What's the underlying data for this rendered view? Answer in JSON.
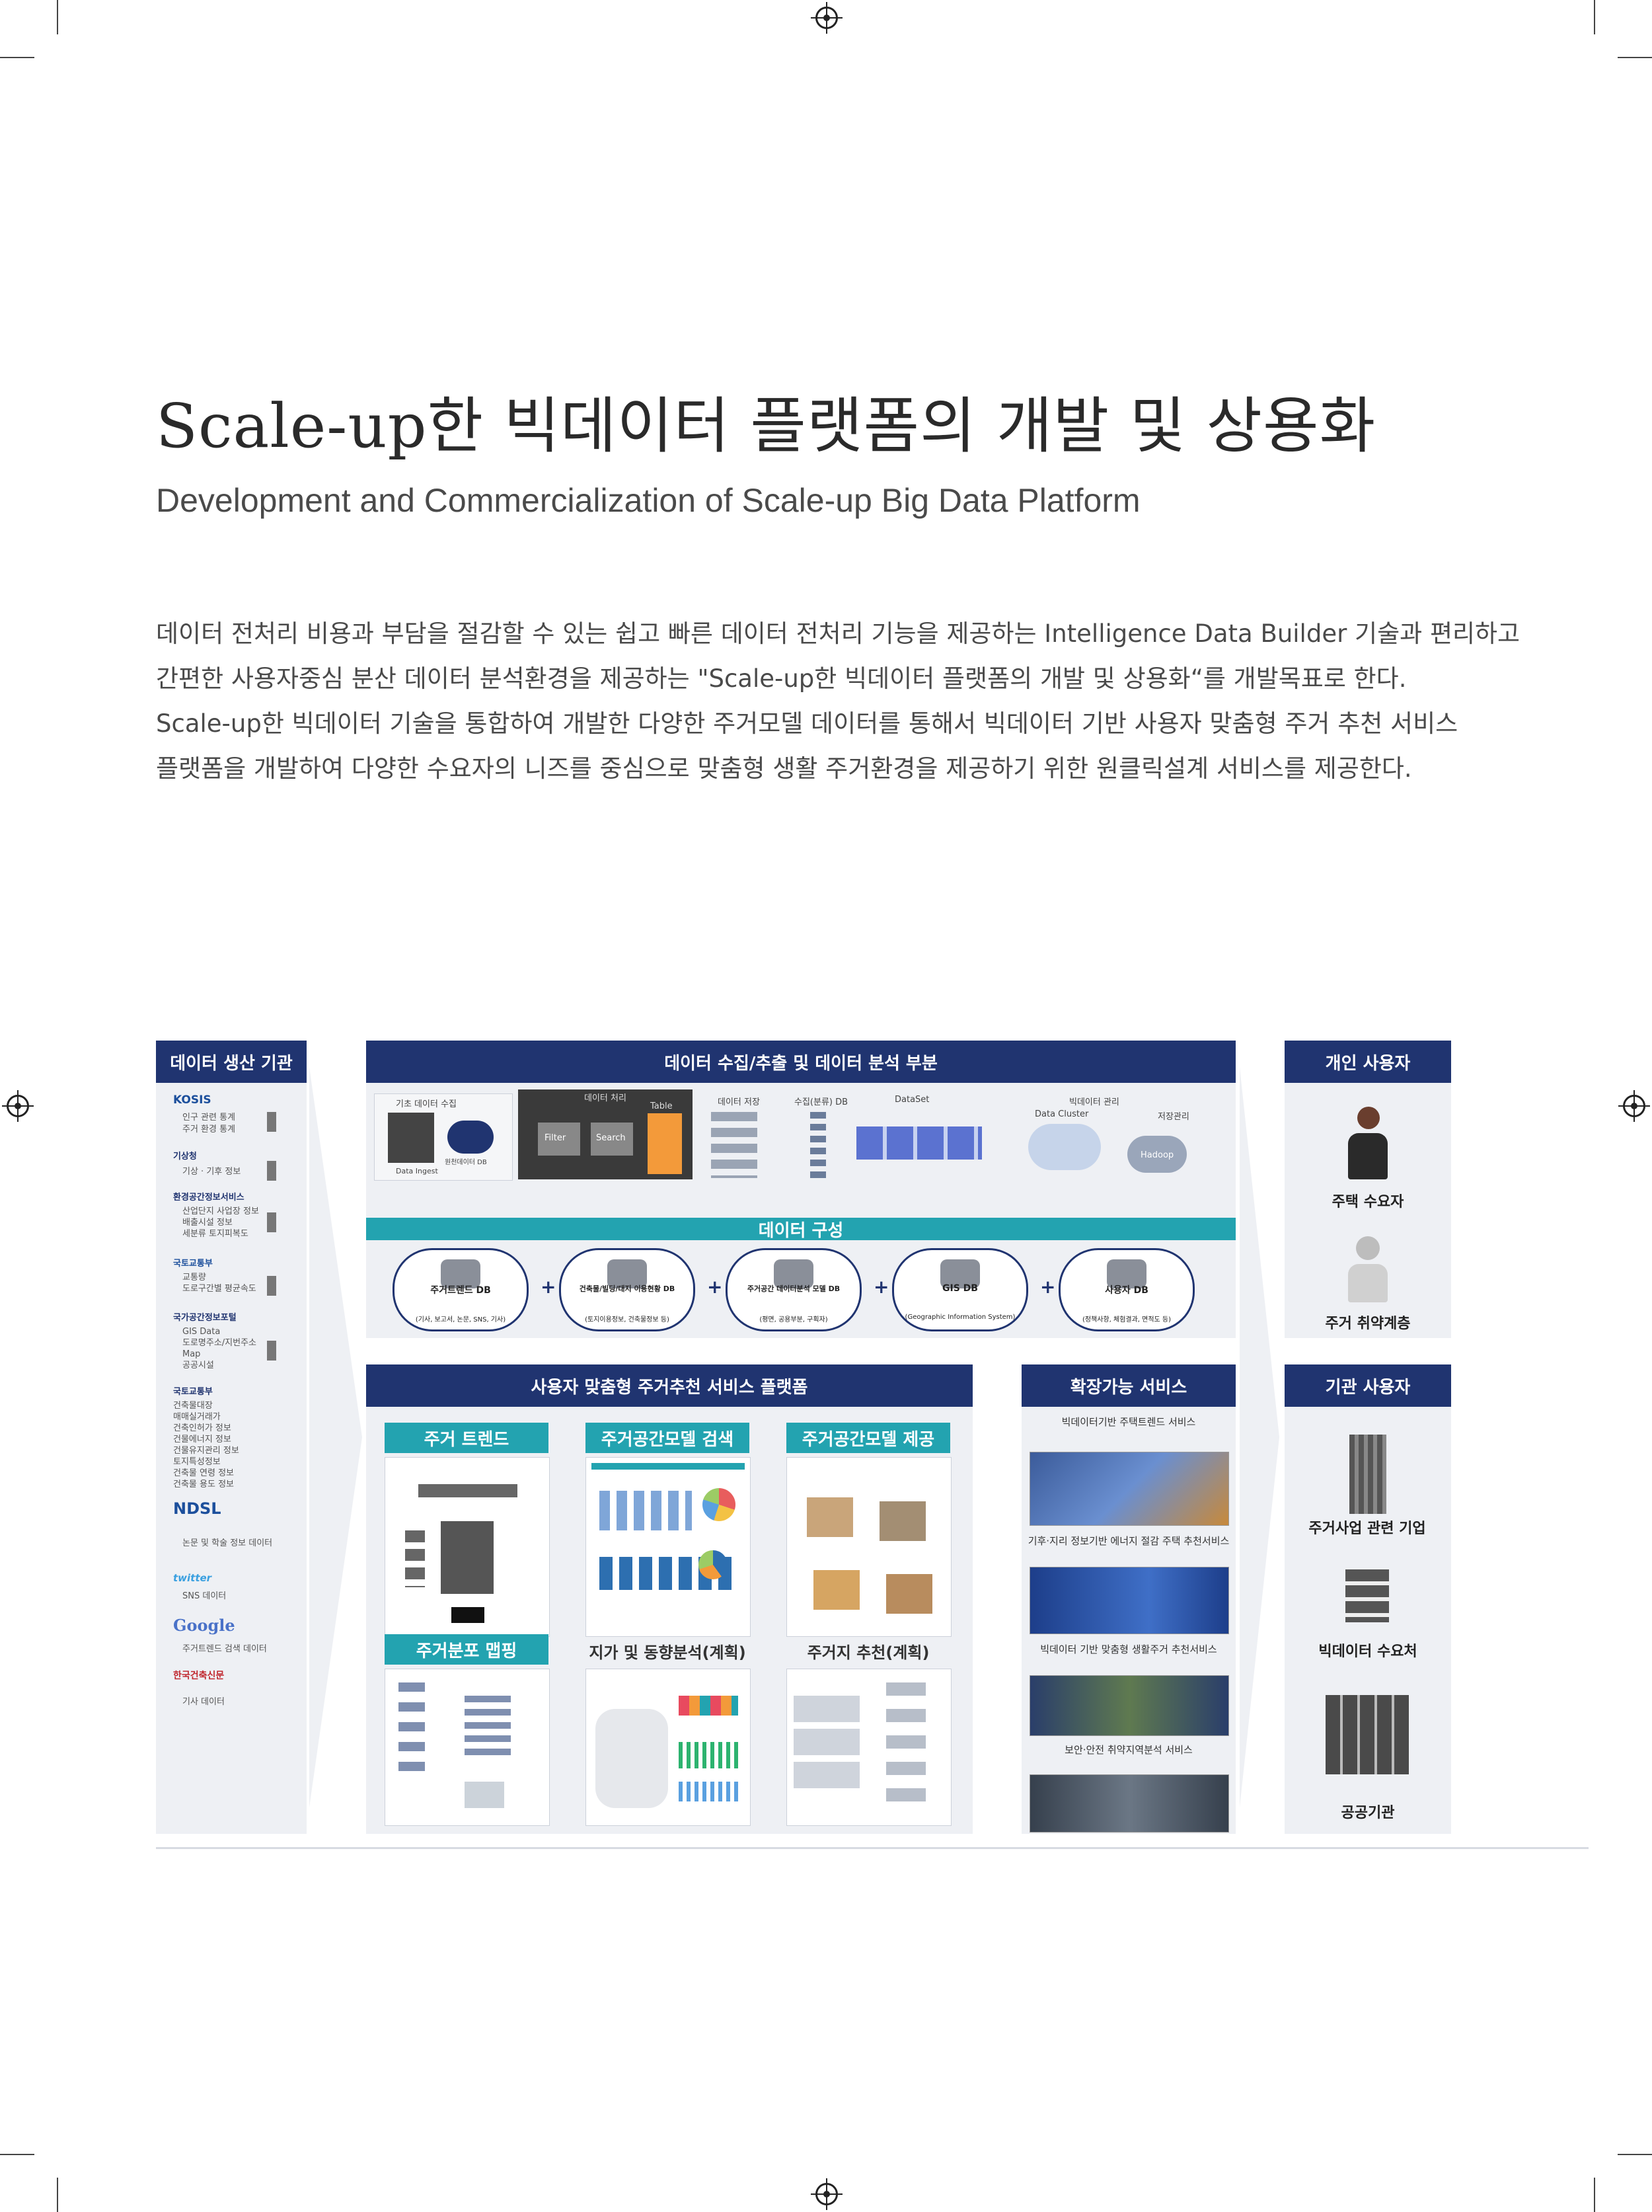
{
  "title_ko": "Scale-up한 빅데이터 플랫폼의 개발 및 상용화",
  "title_en": "Development and Commercialization of Scale-up Big Data Platform",
  "body_lines": [
    "데이터 전처리 비용과 부담을 절감할 수 있는 쉽고 빠른 데이터 전처리 기능을 제공하는 Intelligence Data Builder 기술과 편리하고",
    "간편한 사용자중심 분산 데이터 분석환경을 제공하는 \"Scale-up한 빅데이터 플랫폼의 개발 및 상용화“를 개발목표로 한다.",
    "Scale-up한 빅데이터 기술을 통합하여 개발한 다양한 주거모델 데이터를 통해서 빅데이터 기반 사용자 맞춤형 주거 추천 서비스",
    "플랫폼을 개발하여 다양한 수요자의 니즈를 중심으로 맞춤형 생활 주거환경을 제공하기 위한 원클릭설계 서비스를 제공한다."
  ],
  "diagram": {
    "producers": {
      "header": "데이터 생산 기관",
      "orgs": [
        {
          "name": "KOSIS",
          "items": [
            "인구 관련 통계",
            "주거 환경 통계"
          ]
        },
        {
          "name": "기상청",
          "items": [
            "기상 · 기후 정보"
          ]
        },
        {
          "name": "환경공간정보서비스",
          "items": [
            "산업단지 사업장 정보",
            "배출시설 정보",
            "세분류 토지피복도"
          ]
        },
        {
          "name": "국토교통부",
          "items": [
            "교통량",
            "도로구간별 평균속도"
          ]
        },
        {
          "name": "국가공간정보포털",
          "items": [
            "GIS Data",
            "도로명주소/지번주소",
            "Map",
            "공공시설"
          ]
        },
        {
          "name": "국토교통부",
          "items": [
            "건축물대장",
            "매매실거래가",
            "건축인허가 정보",
            "건물에너지 정보",
            "건물유지관리 정보",
            "토지특성정보",
            "건축물 연령 정보",
            "건축물 용도 정보"
          ]
        },
        {
          "name": "NDSL",
          "items": [
            "논문 및 학술 정보 데이터"
          ]
        },
        {
          "name": "twitter",
          "items": [
            "SNS 데이터"
          ]
        },
        {
          "name": "Google",
          "items": [
            "주거트렌드 검색 데이터"
          ]
        },
        {
          "name": "한국건축신문",
          "items": [
            "기사 데이터"
          ]
        }
      ]
    },
    "collection": {
      "header": "데이터 수집/추출 및 데이터 분석 부분",
      "labels": [
        "기초 데이터 수집",
        "Data Ingest",
        "데이터 처리",
        "Table",
        "데이터 저장",
        "수집(분류) DB",
        "DataSet",
        "빅데이터 관리",
        "Data Cluster",
        "저장관리",
        "Hadoop",
        "원천데이터 DB",
        "Filter",
        "Search"
      ]
    },
    "composition": {
      "header": "데이터 구성",
      "dbs": [
        {
          "label": "주거트렌드 DB",
          "sub": "(기사, 보고서, 논문, SNS, 기사)"
        },
        {
          "label": "건축물/빌딩/대지 이용현황 DB",
          "sub": "(토지이용정보, 건축물정보 등)"
        },
        {
          "label": "주거공간 데이터분석 모델 DB",
          "sub": "(평면, 공용부분, 구획자)"
        },
        {
          "label": "GIS DB",
          "sub": "(Geographic Information System)"
        },
        {
          "label": "사용자 DB",
          "sub": "(정책사항, 체험결과, 면적도 등)"
        }
      ],
      "plus": "+"
    },
    "platform": {
      "header": "사용자 맞춤형 주거추천 서비스 플랫폼",
      "tiles": [
        "주거 트렌드",
        "주거공간모델 검색",
        "주거공간모델 제공",
        "주거분포 맵핑",
        "지가 및 동향분석(계획)",
        "주거지 추천(계획)"
      ]
    },
    "expandable": {
      "header": "확장가능 서비스",
      "services": [
        {
          "caption": "빅데이터기반 주택트렌드 서비스"
        },
        {
          "caption": "기후·지리 정보기반 에너지 절감 주택 추천서비스"
        },
        {
          "caption": "빅데이터 기반 맞춤형 생활주거 추천서비스"
        },
        {
          "caption": "보안·안전 취약지역분석 서비스"
        }
      ]
    },
    "individual": {
      "header": "개인 사용자",
      "users": [
        "주택 수요자",
        "주거 취약계층"
      ]
    },
    "institutional": {
      "header": "기관 사용자",
      "users": [
        "주거사업 관련 기업",
        "빅데이터 수요처",
        "공공기관"
      ]
    }
  },
  "colors": {
    "navy": "#203470",
    "teal": "#23a3b0",
    "panel": "#eef0f4"
  }
}
